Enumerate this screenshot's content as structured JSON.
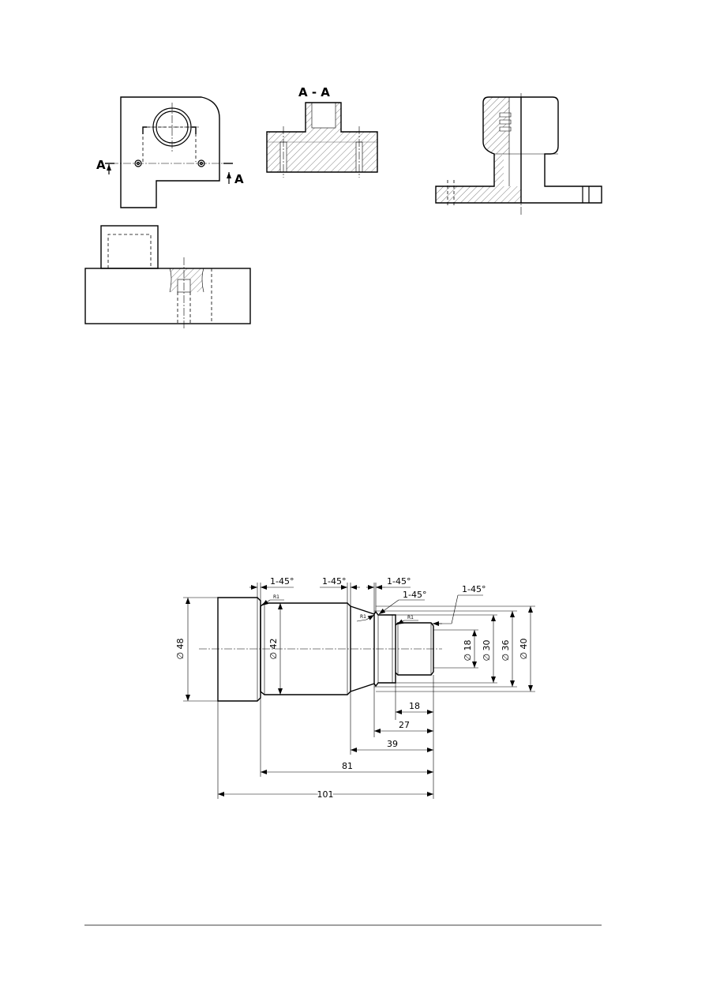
{
  "section_view": {
    "cut_mark_left": "A",
    "cut_mark_right": "A",
    "title": "A - A"
  },
  "shaft_drawing": {
    "diameters": [
      "∅ 48",
      "∅ 42",
      "∅ 18",
      "∅ 30",
      "∅ 36",
      "∅ 40"
    ],
    "lengths": [
      "18",
      "27",
      "39",
      "81",
      "101"
    ],
    "chamfers": [
      "1-45°",
      "1-45°",
      "1-45°",
      "1-45°",
      "1-45°"
    ],
    "radii": [
      "R1",
      "R1",
      "R1"
    ]
  }
}
